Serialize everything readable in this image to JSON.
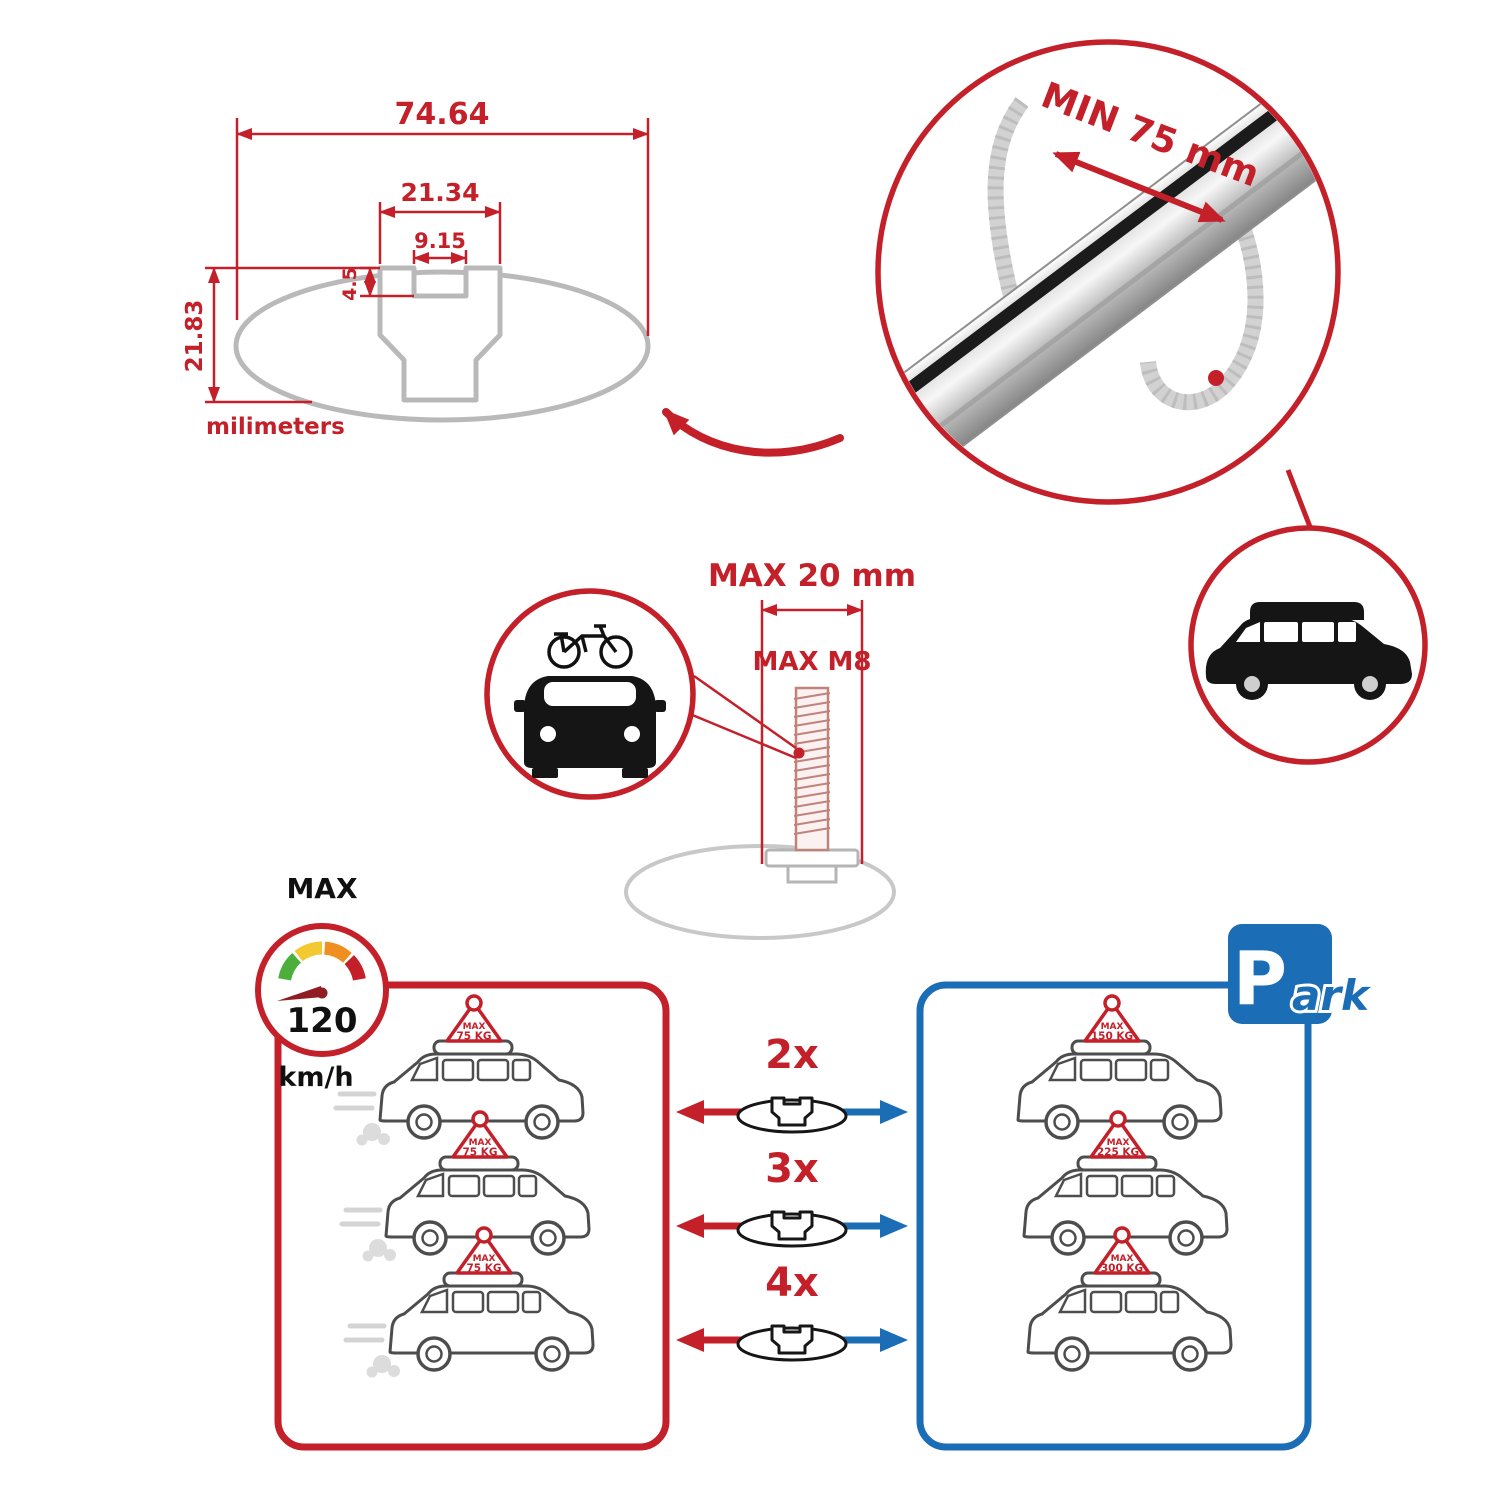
{
  "colors": {
    "red": "#c4202a",
    "blue": "#1b6db6",
    "profile_gray": "#b9b9b9",
    "black": "#101010"
  },
  "dimensions": {
    "total_width": "74.64",
    "slot_outer_width": "21.34",
    "slot_inner_width": "9.15",
    "lip_depth": "4.5",
    "total_height": "21.83",
    "units": "milimeters"
  },
  "bar_detail": {
    "min_clamp_span": "MIN 75 mm"
  },
  "bolt": {
    "max_width": "MAX 20 mm",
    "max_thread": "MAX M8"
  },
  "speed_limit": {
    "label": "MAX",
    "value": "120",
    "unit": "km/h"
  },
  "parking": {
    "letter": "P",
    "suffix": "ark"
  },
  "driving_cars": [
    {
      "tag_label": "MAX",
      "tag_value": "75 KG"
    },
    {
      "tag_label": "MAX",
      "tag_value": "75 KG"
    },
    {
      "tag_label": "MAX",
      "tag_value": "75 KG"
    }
  ],
  "parked_cars": [
    {
      "tag_label": "MAX",
      "tag_value": "150 KG"
    },
    {
      "tag_label": "MAX",
      "tag_value": "225 KG"
    },
    {
      "tag_label": "MAX",
      "tag_value": "300 KG"
    }
  ],
  "bar_counts": [
    {
      "label": "2x"
    },
    {
      "label": "3x"
    },
    {
      "label": "4x"
    }
  ]
}
